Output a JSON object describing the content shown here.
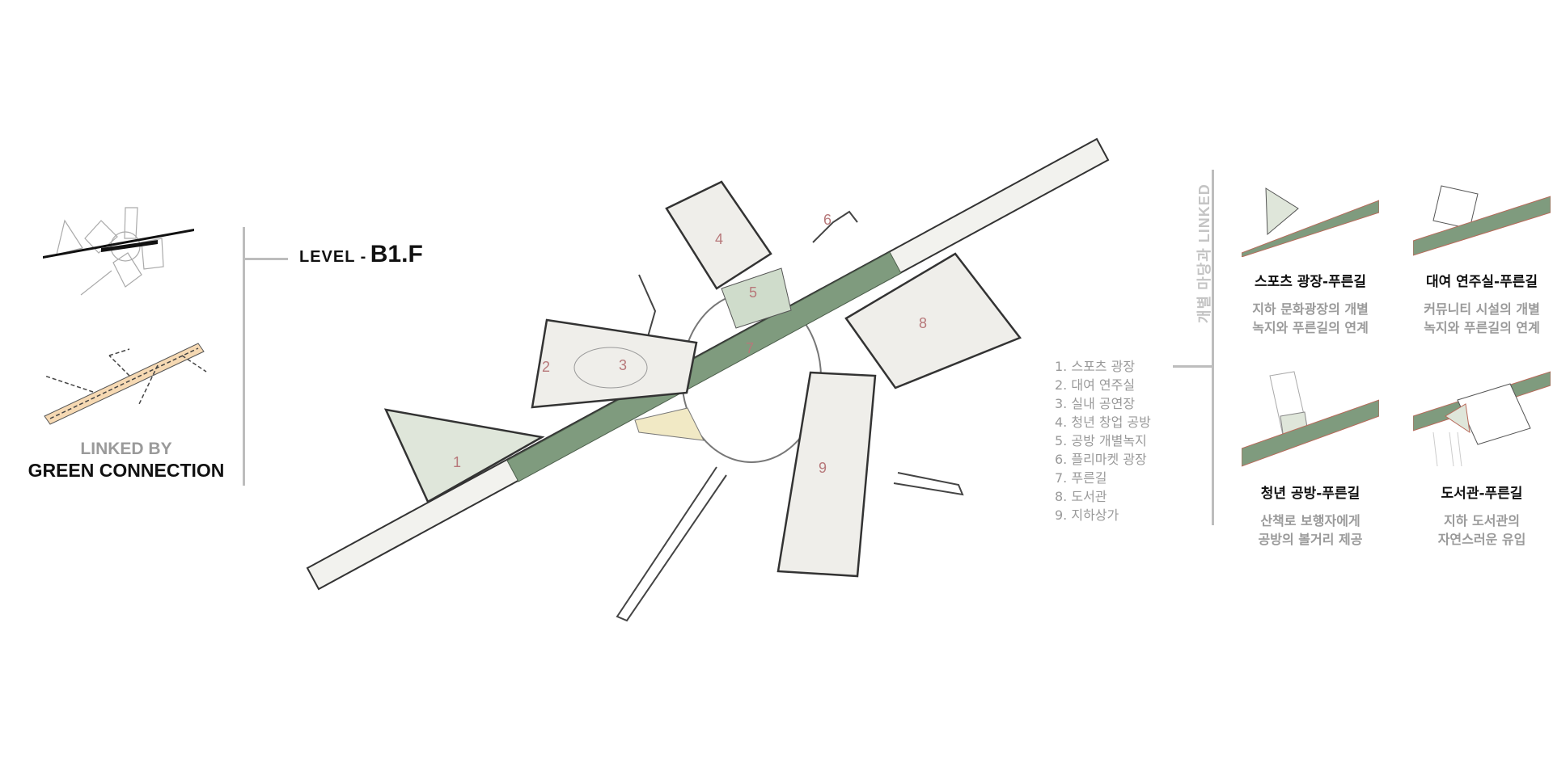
{
  "level": {
    "prefix": "LEVEL -",
    "floor": "B1.F"
  },
  "concept": {
    "line1": "LINKED BY",
    "line2": "GREEN CONNECTION"
  },
  "plan_labels": [
    "1",
    "2",
    "3",
    "4",
    "5",
    "6",
    "7",
    "8",
    "9"
  ],
  "legend": [
    "1. 스포츠 광장",
    "2. 대여 연주실",
    "3. 실내 공연장",
    "4. 청년 창업 공방",
    "5. 공방 개별녹지",
    "6. 플리마켓 광장",
    "7. 푸른길",
    "8. 도서관",
    "9. 지하상가"
  ],
  "side_title": "개별 마당과 LINKED",
  "cards": [
    {
      "title": "스포츠 광장-푸른길",
      "desc1": "지하 문화광장의 개별",
      "desc2": "녹지와 푸른길의 연계"
    },
    {
      "title": "대여 연주실-푸른길",
      "desc1": "커뮤니티 시설의 개별",
      "desc2": "녹지와 푸른길의 연계"
    },
    {
      "title": "청년 공방-푸른길",
      "desc1": "산책로 보행자에게",
      "desc2": "공방의 볼거리 제공"
    },
    {
      "title": "도서관-푸른길",
      "desc1": "지하 도서관의",
      "desc2": "자연스러운 유입"
    }
  ],
  "colors": {
    "green": "#7f9b7e",
    "label": "#b7787a",
    "gray": "#9a9a9a"
  }
}
